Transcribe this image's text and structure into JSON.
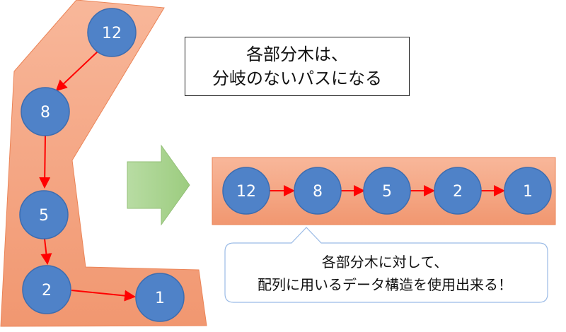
{
  "title_box": {
    "line1": "各部分木は、",
    "line2": "分岐のないパスになる"
  },
  "callout": {
    "line1": "各部分木に対して、",
    "line2": "配列に用いるデータ構造を使用出来る！"
  },
  "tree_nodes": {
    "n12": "12",
    "n8": "8",
    "n5": "5",
    "n2": "2",
    "n1": "1"
  },
  "array_nodes": {
    "a12": "12",
    "a8": "8",
    "a5": "5",
    "a2": "2",
    "a1": "1"
  },
  "colors": {
    "region_fill": "#f5a27d",
    "region_stroke": "#ea7d4f",
    "node_fill": "#4f82c8",
    "node_stroke": "#3f6fb0",
    "edge": "#ff0000",
    "arrow_fill": "#a9d18e",
    "callout_stroke": "#9bbbe6"
  }
}
